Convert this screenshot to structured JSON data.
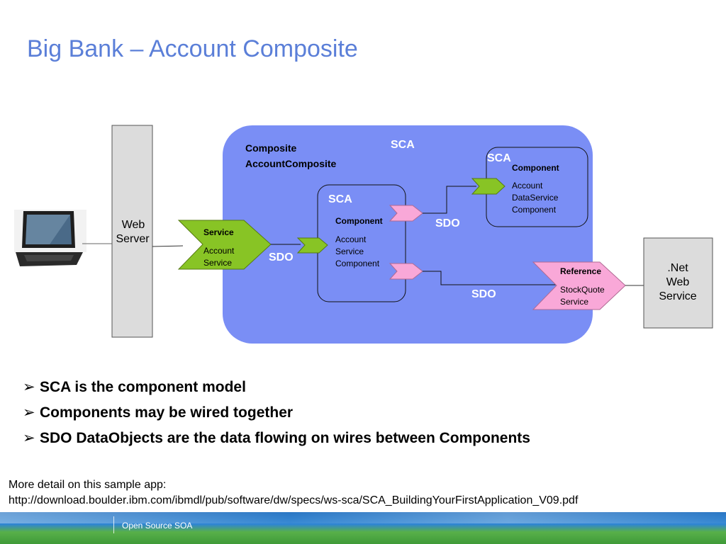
{
  "title": "Big Bank – Account Composite",
  "diagram": {
    "web_server": {
      "line1": "Web",
      "line2": "Server"
    },
    "composite": {
      "sca_label": "SCA",
      "line1": "Composite",
      "line2": "AccountComposite"
    },
    "service": {
      "heading": "Service",
      "line1": "Account",
      "line2": "Service"
    },
    "account_service_component": {
      "sca_label": "SCA",
      "heading": "Component",
      "line1": "Account",
      "line2": "Service",
      "line3": "Component"
    },
    "account_dataservice_component": {
      "sca_label": "SCA",
      "heading": "Component",
      "line1": "Account",
      "line2": "DataService",
      "line3": "Component"
    },
    "reference": {
      "heading": "Reference",
      "line1": "StockQuote",
      "line2": "Service"
    },
    "net_web_service": {
      "line1": ".Net",
      "line2": "Web",
      "line3": "Service"
    },
    "wire_labels": {
      "sdo_service": "SDO",
      "sdo_dataservice": "SDO",
      "sdo_reference": "SDO"
    },
    "colors": {
      "composite_fill": "#7a8ef5",
      "service_fill": "#88c425",
      "reference_fill": "#f9a8d8",
      "server_fill": "#dcdcdc"
    },
    "icons": {
      "client": "laptop-icon"
    }
  },
  "bullets": [
    "SCA is the component model",
    "Components may be wired together",
    "SDO DataObjects are the data flowing on wires between Components"
  ],
  "more_detail": {
    "line1": "More detail on this sample app:",
    "url": "http://download.boulder.ibm.com/ibmdl/pub/software/dw/specs/ws-sca/SCA_BuildingYourFirstApplication_V09.pdf"
  },
  "footer": {
    "label": "Open Source SOA"
  }
}
